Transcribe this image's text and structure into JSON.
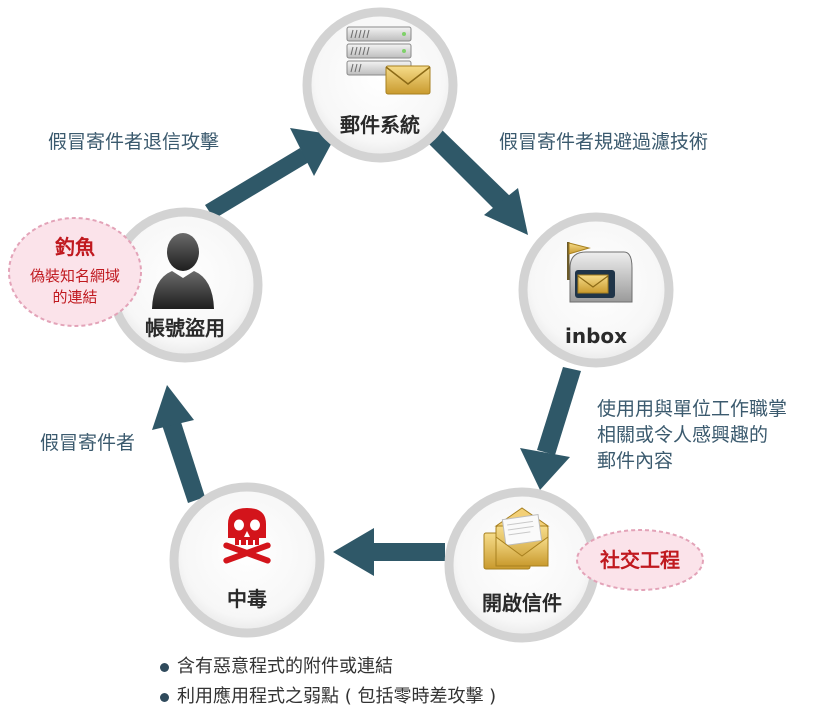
{
  "nodes": {
    "mail_system": "郵件系統",
    "inbox": "inbox",
    "open_mail": "開啟信件",
    "infection": "中毒",
    "account_theft": "帳號盜用"
  },
  "edges": {
    "bounce_attack": "假冒寄件者退信攻擊",
    "evade_filter": "假冒寄件者規避過濾技術",
    "lure_content": [
      "使用用與單位工作職掌",
      "相關或令人感興趣的",
      "郵件內容"
    ],
    "fake_sender": "假冒寄件者"
  },
  "callouts": {
    "phishing_title": "釣魚",
    "phishing_lines": [
      "偽裝知名網域",
      "的連結"
    ],
    "social_engineering": "社交工程"
  },
  "notes": [
    "含有惡意程式的附件或連結",
    "利用應用程式之弱點 ( 包括零時差攻擊 )"
  ],
  "colors": {
    "arrow": "#2f5868",
    "circle_ring": "#d3d3d3",
    "callout_fill": "#fbe3ea",
    "callout_border": "#e3a3b8",
    "accent_red": "#c0191f"
  }
}
